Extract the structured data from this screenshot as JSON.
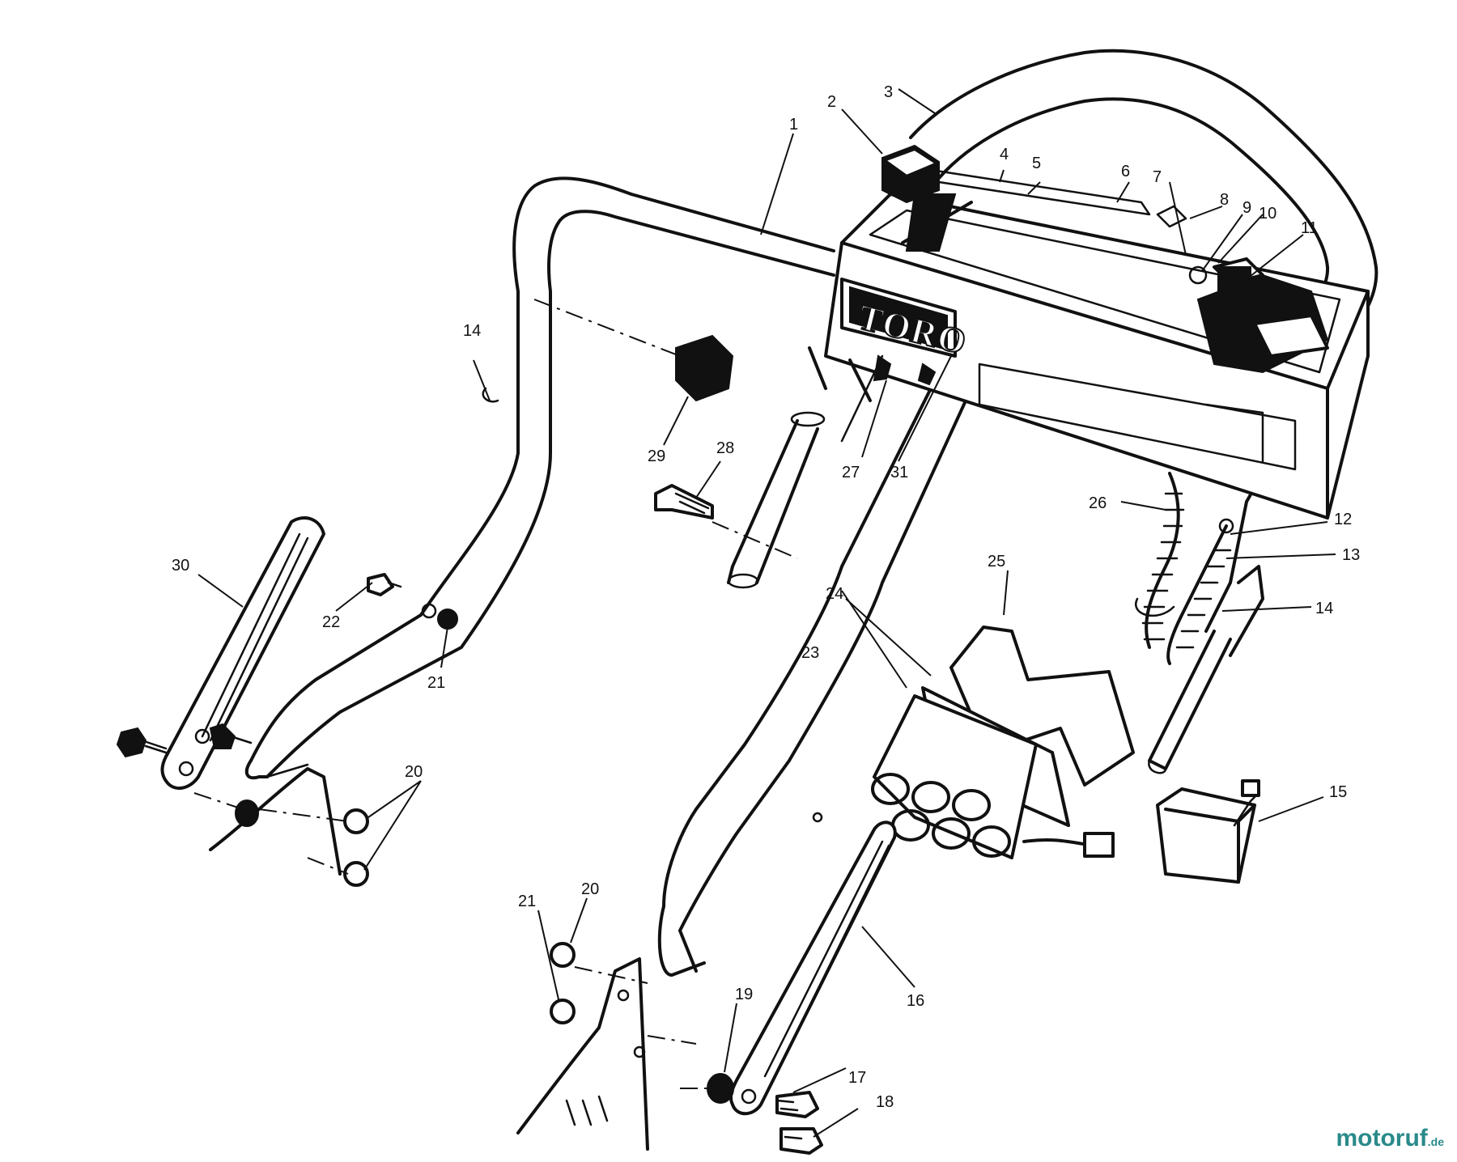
{
  "diagram": {
    "logo": "TORO",
    "callouts": [
      "1",
      "2",
      "3",
      "4",
      "5",
      "6",
      "7",
      "8",
      "9",
      "10",
      "11",
      "12",
      "13",
      "14",
      "14",
      "15",
      "16",
      "17",
      "18",
      "19",
      "20",
      "20",
      "21",
      "21",
      "22",
      "23",
      "24",
      "25",
      "26",
      "27",
      "28",
      "29",
      "30",
      "31"
    ]
  },
  "watermark": {
    "text": "motoruf",
    "suffix": ".de"
  }
}
